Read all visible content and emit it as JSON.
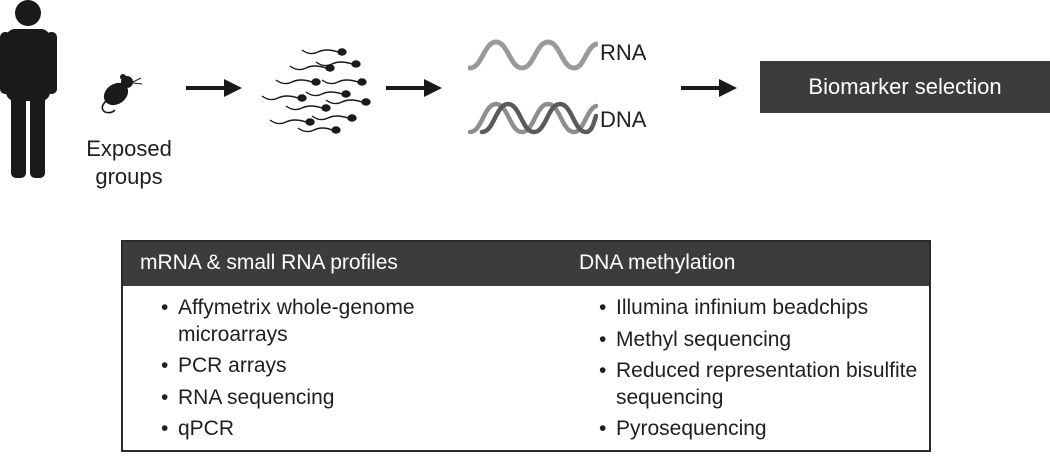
{
  "top_flow": {
    "exposed_groups_label": "Exposed\ngroups",
    "rna_label": "RNA",
    "dna_label": "DNA",
    "biomarker_box_label": "Biomarker selection"
  },
  "methods_table": {
    "left_column": {
      "title": "mRNA & small RNA profiles",
      "items": [
        "Affymetrix whole-genome microarrays",
        "PCR arrays",
        "RNA sequencing",
        "qPCR"
      ]
    },
    "right_column": {
      "title": "DNA methylation",
      "items": [
        "Illumina infinium beadchips",
        "Methyl sequencing",
        "Reduced representation bisulfite sequencing",
        "Pyrosequencing"
      ]
    }
  },
  "colors": {
    "dark_box": "#3c3c3c",
    "icon_fill": "#1a1a1a",
    "wave_grey": "#9a9a9a"
  },
  "icons": [
    "human-icon",
    "mouse-icon",
    "sperm-cluster-icon",
    "rna-strand-icon",
    "dna-helix-icon",
    "arrow-right-icon"
  ]
}
